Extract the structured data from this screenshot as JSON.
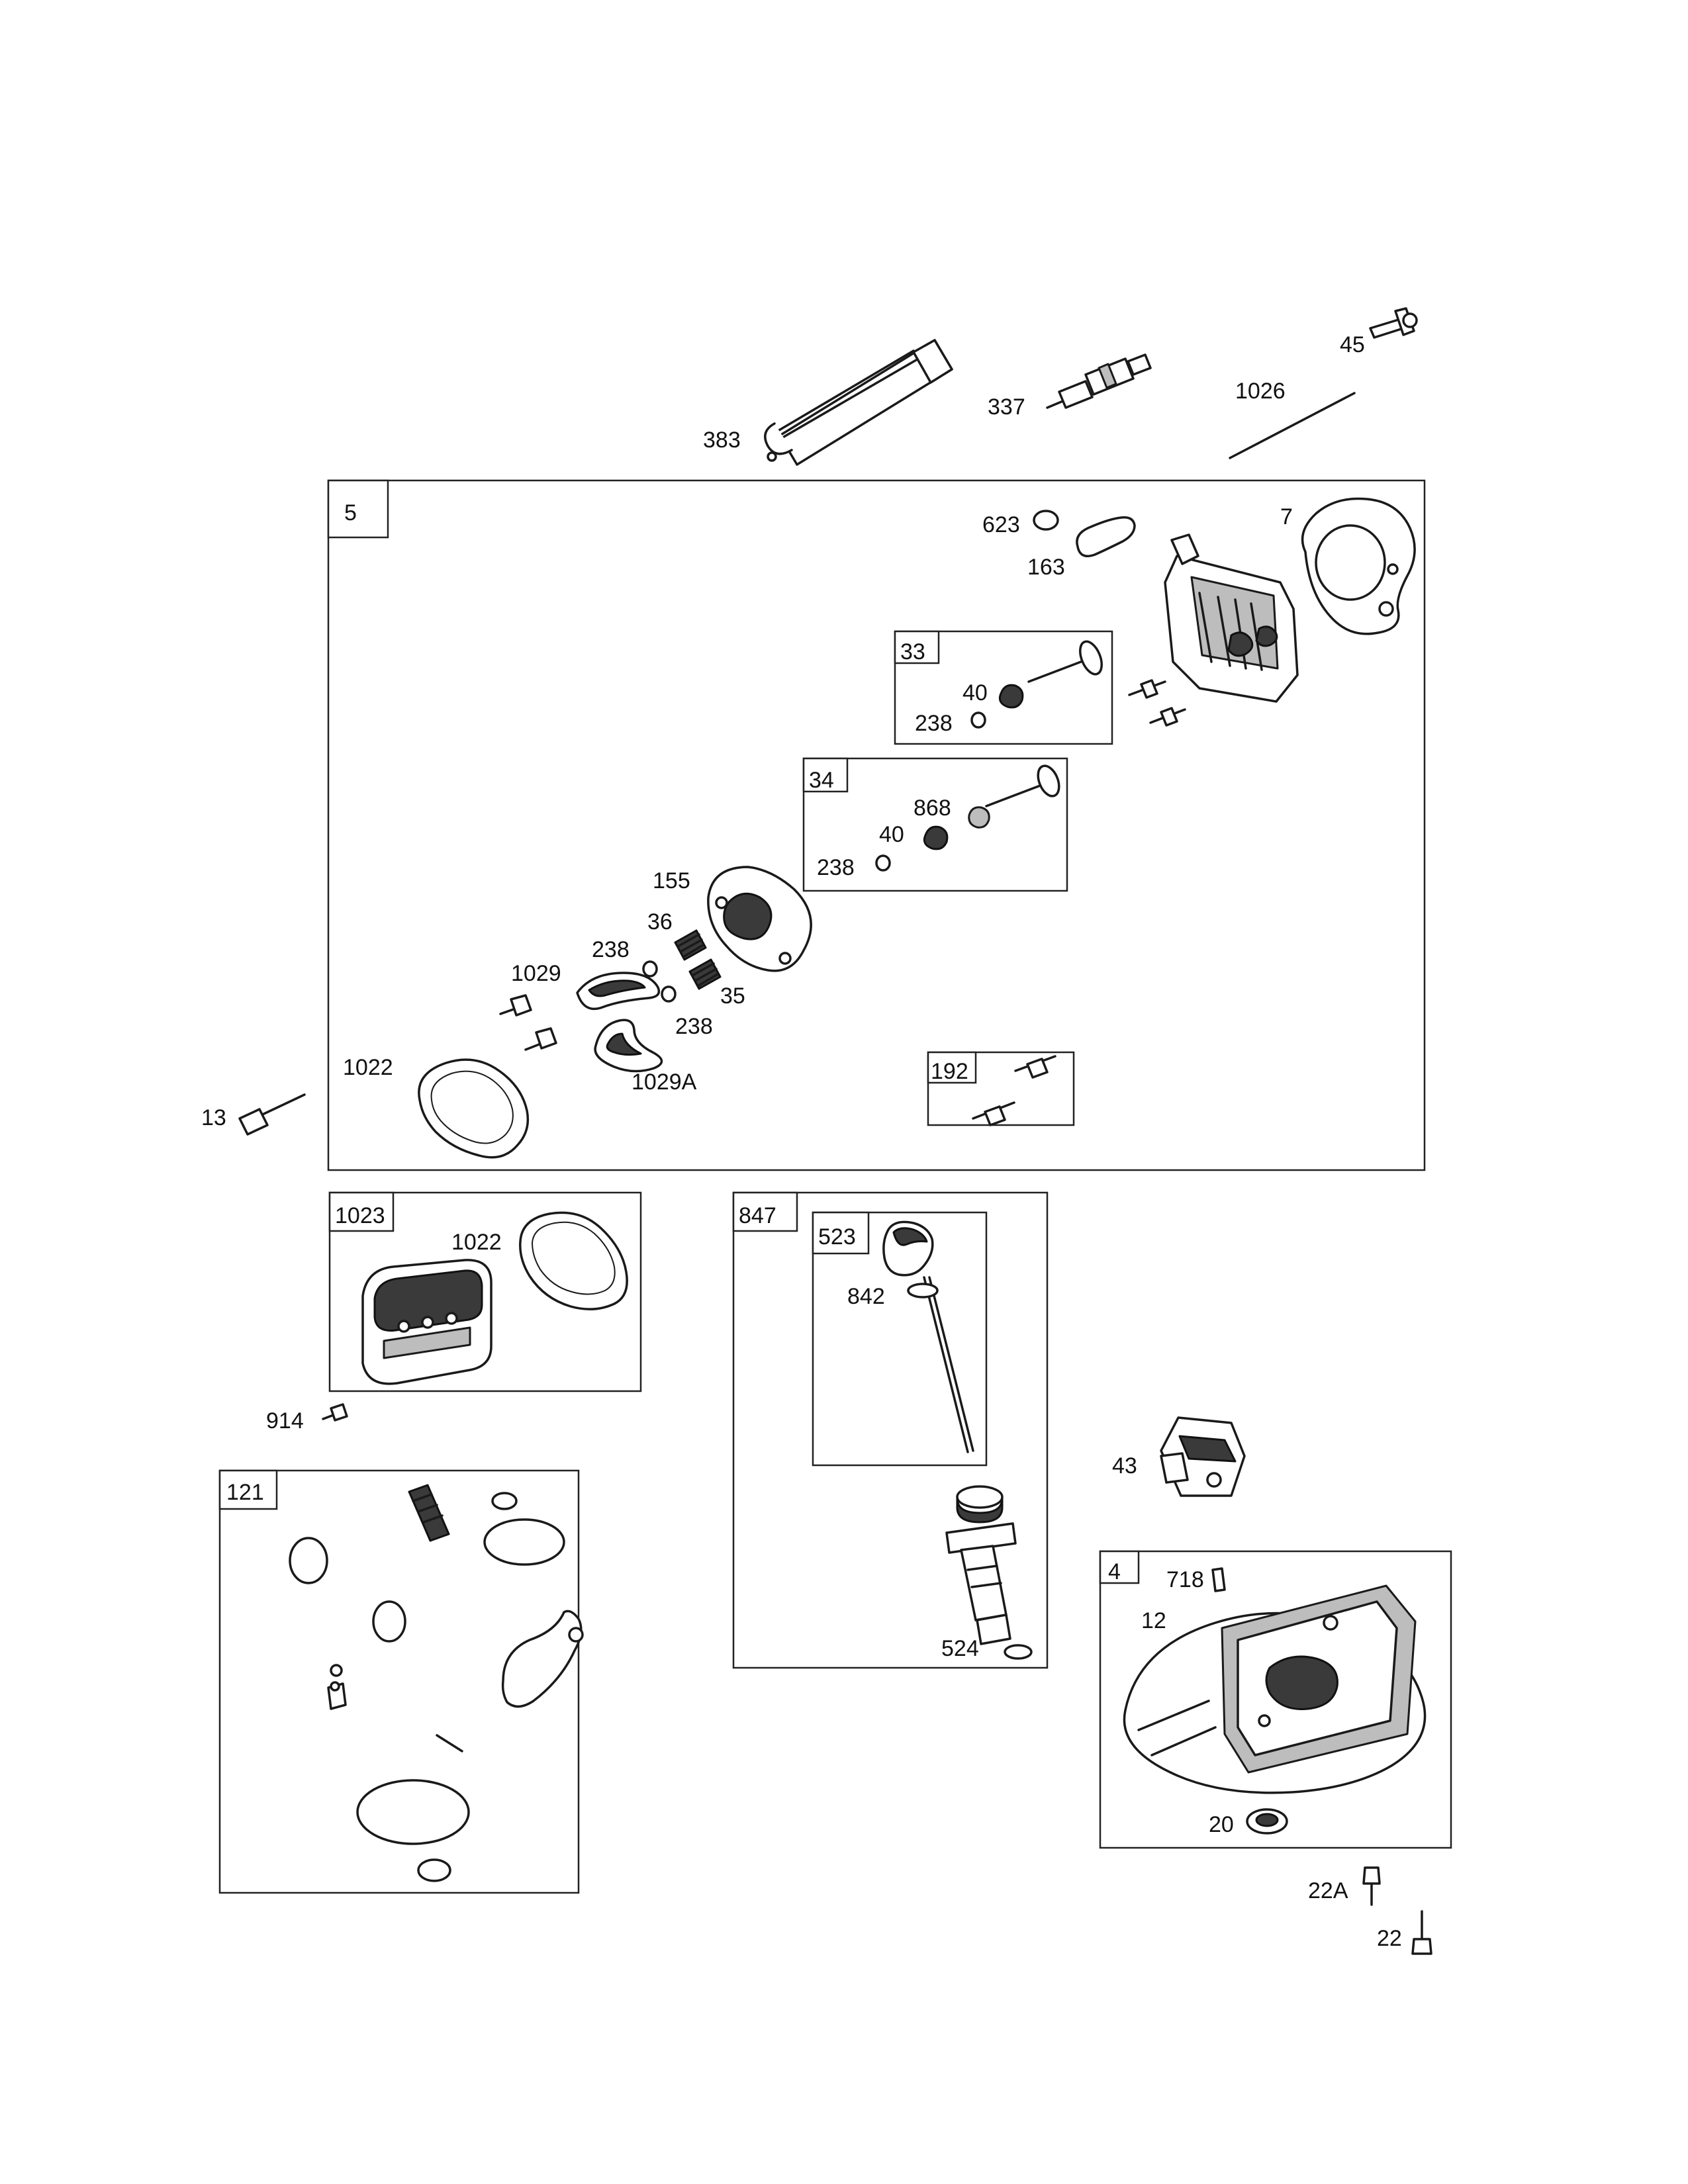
{
  "labels": {
    "p383": "383",
    "p337": "337",
    "p45": "45",
    "p1026": "1026",
    "p623": "623",
    "p7": "7",
    "p163": "163",
    "p40a": "40",
    "p238a": "238",
    "p868": "868",
    "p40b": "40",
    "p238b": "238",
    "p155": "155",
    "p36": "36",
    "p238c": "238",
    "p1029": "1029",
    "p35": "35",
    "p238d": "238",
    "p1022a": "1022",
    "p1029a": "1029A",
    "p13": "13",
    "p1022b": "1022",
    "p842": "842",
    "p914": "914",
    "p43": "43",
    "p718": "718",
    "p12": "12",
    "p524": "524",
    "p20": "20",
    "p22a": "22A",
    "p22": "22"
  },
  "boxes": {
    "b5": "5",
    "b33": "33",
    "b34": "34",
    "b192": "192",
    "b1023": "1023",
    "b847": "847",
    "b523": "523",
    "b121": "121",
    "b4": "4"
  }
}
